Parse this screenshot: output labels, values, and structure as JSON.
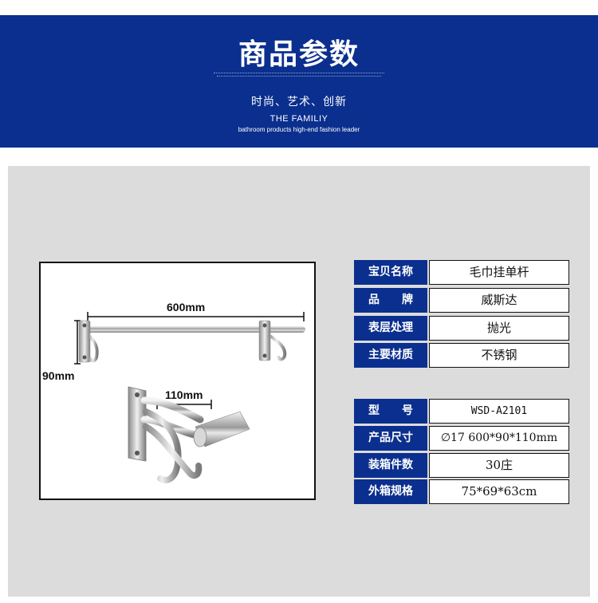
{
  "banner": {
    "title": "商品参数",
    "slogan": "时尚、艺术、创新",
    "family": "THE FAMILIY",
    "tagline": "bathroom products high-end fashion leader"
  },
  "photo": {
    "length_label": "600mm",
    "height_label": "90mm",
    "depth_label": "110mm"
  },
  "spec_top": [
    {
      "label": "宝贝名称",
      "value": "毛巾挂单杆"
    },
    {
      "label": "品　　牌",
      "value": "威斯达"
    },
    {
      "label": "表层处理",
      "value": "抛光"
    },
    {
      "label": "主要材质",
      "value": "不锈钢"
    }
  ],
  "spec_bottom": [
    {
      "label": "型　　号",
      "value": "WSD-A2101"
    },
    {
      "label": "产品尺寸",
      "value": "∅17 600*90*110mm"
    },
    {
      "label": "装箱件数",
      "value": "30庄"
    },
    {
      "label": "外箱规格",
      "value": "75*69*63cm"
    }
  ],
  "colors": {
    "brand_blue": "#0a2f8e",
    "panel_gray": "#dcdcdc"
  }
}
